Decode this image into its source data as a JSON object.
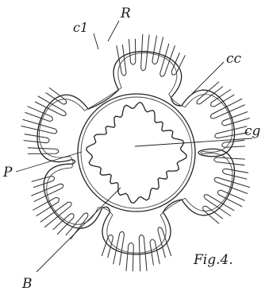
{
  "figure": {
    "caption": "Fig.4.",
    "labels": {
      "R": "R",
      "c1": "c1",
      "cc": "cc",
      "cg": "cg",
      "P": "P",
      "B": "B"
    }
  }
}
